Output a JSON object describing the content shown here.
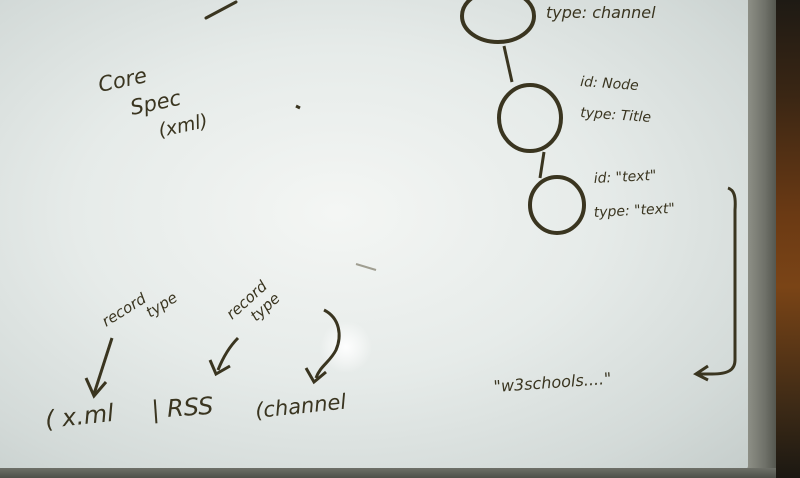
{
  "notes": {
    "core_spec": [
      "Core",
      "Spec",
      "(xml)"
    ],
    "record_type_left": [
      "record",
      "type"
    ],
    "record_type_mid": [
      "record",
      "type"
    ],
    "bottom_labels": [
      "( x.ml",
      "| RSS",
      "(channel"
    ],
    "node_top": [
      "type: channel"
    ],
    "node_mid": [
      "id: Node",
      "type: Title"
    ],
    "node_bottom": [
      "id: \"text\"",
      "type: \"text\""
    ],
    "w3schools": "\"w3schools....\""
  },
  "colors": {
    "ink": "#3a3520",
    "board": "#e9eeec",
    "frame": "#6f7169"
  }
}
